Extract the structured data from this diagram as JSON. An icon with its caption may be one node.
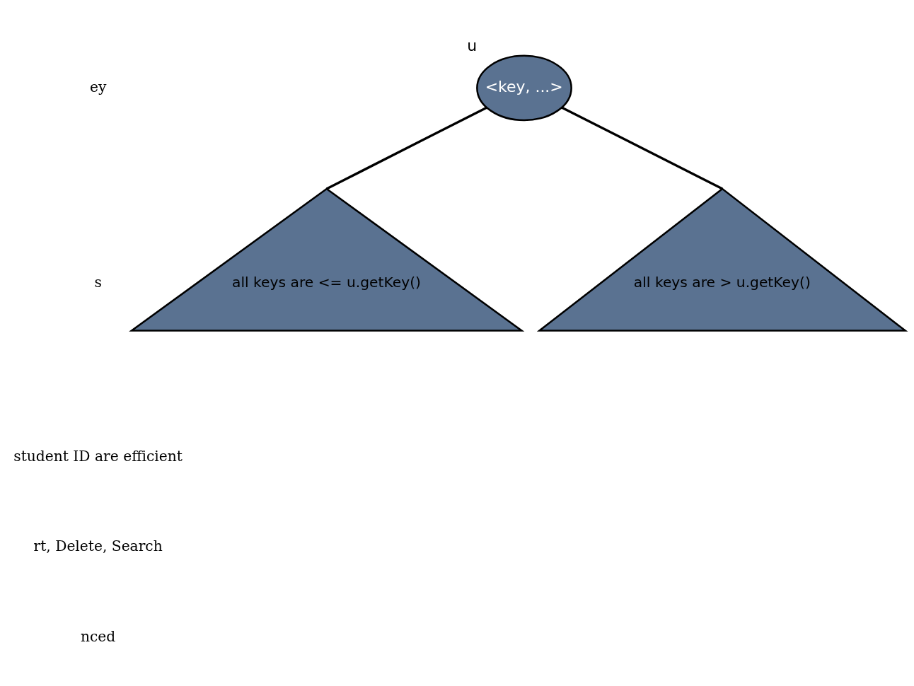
{
  "diagram": {
    "nodes": [
      {
        "text": [
          "<key, ...>"
        ],
        "beside": [
          "u"
        ]
      },
      {
        "text": [
          "all keys are <= u.getKey()"
        ]
      },
      {
        "text": [
          "all keys are > u.getKey()"
        ]
      }
    ],
    "edges": [
      {
        "from": 0,
        "to": 1,
        "arrow": "none"
      },
      {
        "from": 0,
        "to": 2,
        "arrow": "none"
      }
    ],
    "labels": [
      "ey",
      "s",
      "student ID are efficient",
      "rt, Delete, Search",
      "nced"
    ]
  }
}
